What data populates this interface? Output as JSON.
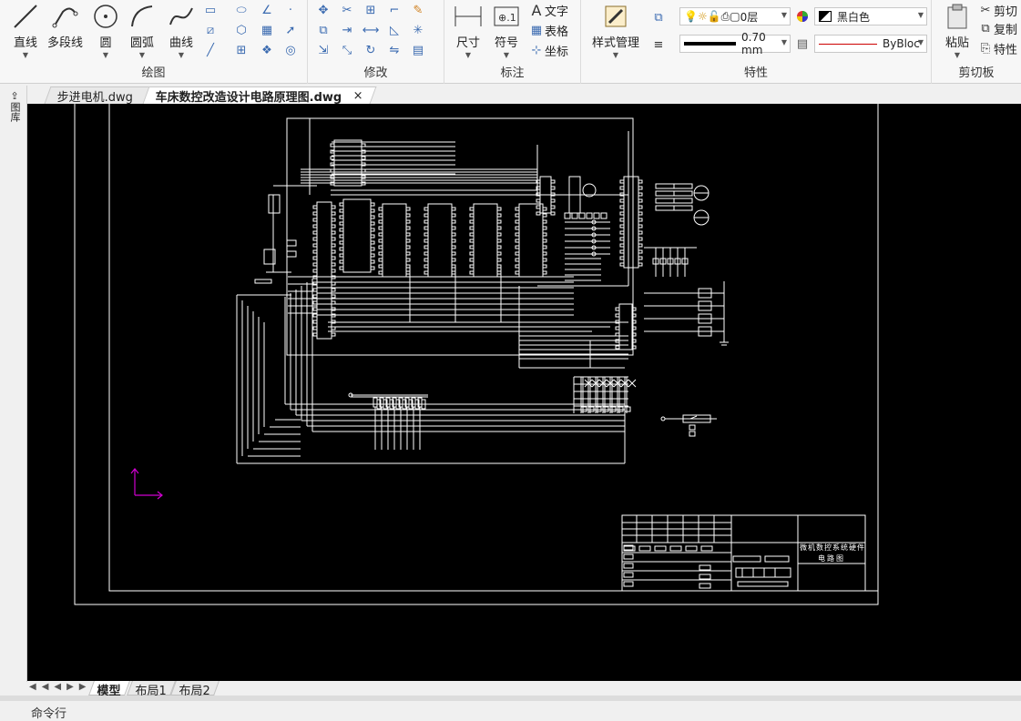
{
  "ribbon": {
    "draw": {
      "title": "绘图",
      "line": "直线",
      "polyline": "多段线",
      "circle": "圆",
      "arc": "圆弧",
      "curve": "曲线"
    },
    "modify": {
      "title": "修改"
    },
    "annotate": {
      "title": "标注",
      "dimension": "尺寸",
      "symbol": "符号",
      "text": "文字",
      "table": "表格",
      "coordinate": "坐标"
    },
    "properties": {
      "title": "特性",
      "style_manager": "样式管理",
      "layer": "0层",
      "color": "黑白色",
      "lineweight": "0.70 mm",
      "linetype": "ByBloc"
    },
    "clipboard": {
      "title": "剪切板",
      "paste": "粘贴",
      "cut": "剪切",
      "copy": "复制",
      "match_props": "特性"
    }
  },
  "palette_label": "图库",
  "tabs": [
    {
      "label": "步进电机.dwg"
    },
    {
      "label": "车床数控改造设计电路原理图.dwg"
    }
  ],
  "tab_close": "×",
  "title_block": {
    "title_line1": "微机数控系统硬件",
    "title_line2": "电路图"
  },
  "layouts": {
    "nav": "◀◀◀▶▶",
    "items": [
      "模型",
      "布局1",
      "布局2"
    ]
  },
  "command_line": "命令行",
  "colors": {
    "canvas": "#000000",
    "lines": "#ffffff",
    "ucs": "#d000d0"
  }
}
